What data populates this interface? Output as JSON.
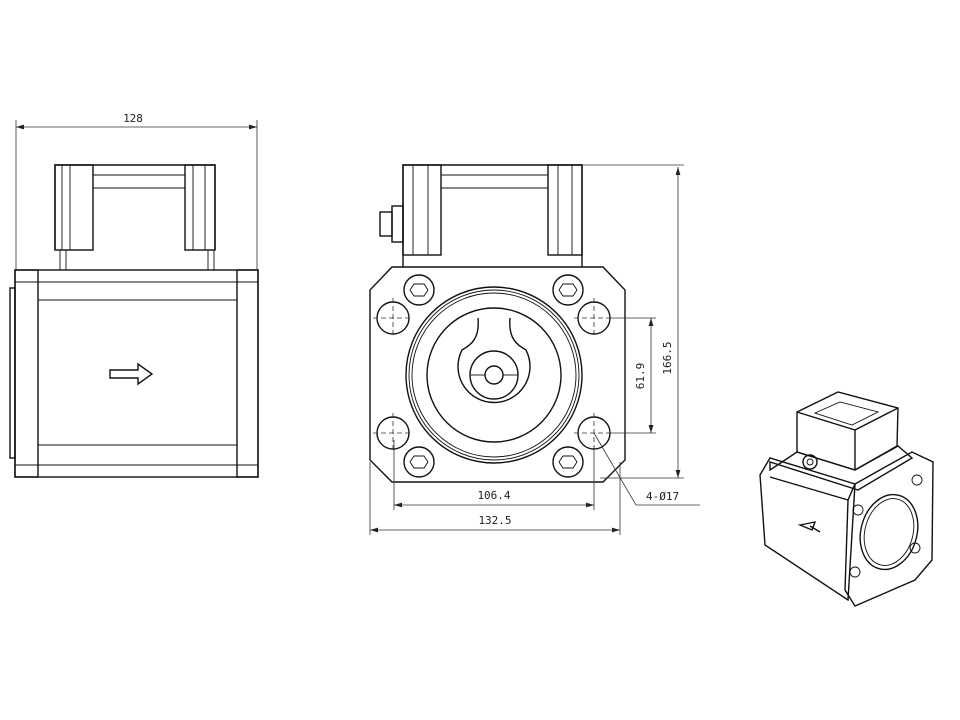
{
  "drawing": {
    "side_view": {
      "overall_width": "128"
    },
    "front_view": {
      "bolt_vertical_spacing": "61.9",
      "overall_height": "166.5",
      "bolt_horizontal_spacing": "106.4",
      "flange_width": "132.5",
      "hole_callout": "4-Ø17"
    }
  }
}
